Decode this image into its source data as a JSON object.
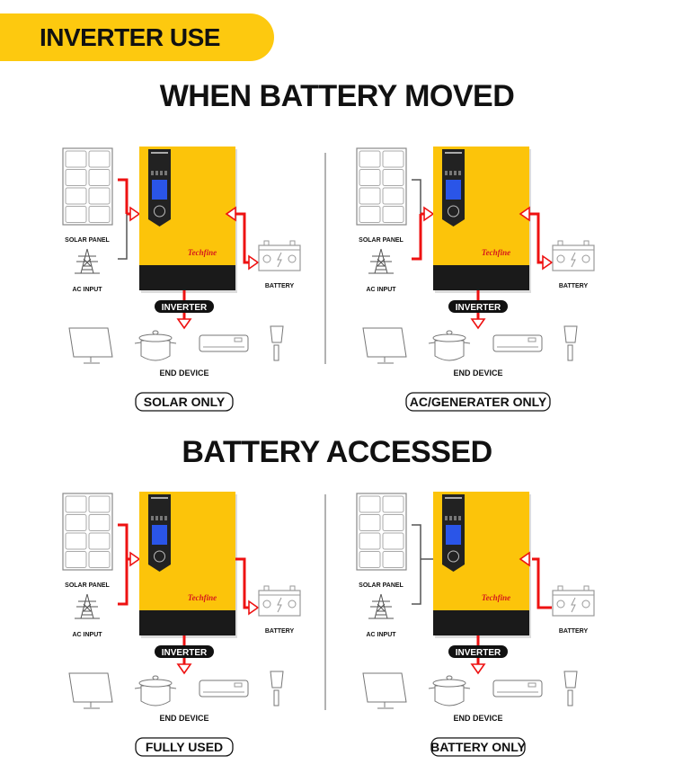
{
  "banner": {
    "label": "INVERTER USE"
  },
  "sections": [
    {
      "title": "WHEN BATTERY MOVED"
    },
    {
      "title": "BATTERY ACCESSED"
    }
  ],
  "labels": {
    "solar_panel": "SOLAR PANEL",
    "ac_input": "AC INPUT",
    "battery": "BATTERY",
    "inverter": "INVERTER",
    "end_device": "END DEVICE",
    "brand": "Techfine"
  },
  "modes": [
    {
      "label": "SOLAR ONLY",
      "solar_active": true,
      "ac_active": false,
      "battery_to_inverter": true,
      "inverter_to_battery": true
    },
    {
      "label": "AC/GENERATER ONLY",
      "solar_active": false,
      "ac_active": true,
      "battery_to_inverter": true,
      "inverter_to_battery": true
    },
    {
      "label": "FULLY USED",
      "solar_active": true,
      "ac_active": true,
      "battery_to_inverter": false,
      "inverter_to_battery": true
    },
    {
      "label": "BATTERY ONLY",
      "solar_active": false,
      "ac_active": false,
      "battery_to_inverter": true,
      "inverter_to_battery": false
    }
  ],
  "colors": {
    "accent": "#fdc90f",
    "wire": "#ee1111",
    "inactive_wire": "#555555",
    "inverter_body": "#fcc40a",
    "inverter_base": "#1a1a1a"
  }
}
